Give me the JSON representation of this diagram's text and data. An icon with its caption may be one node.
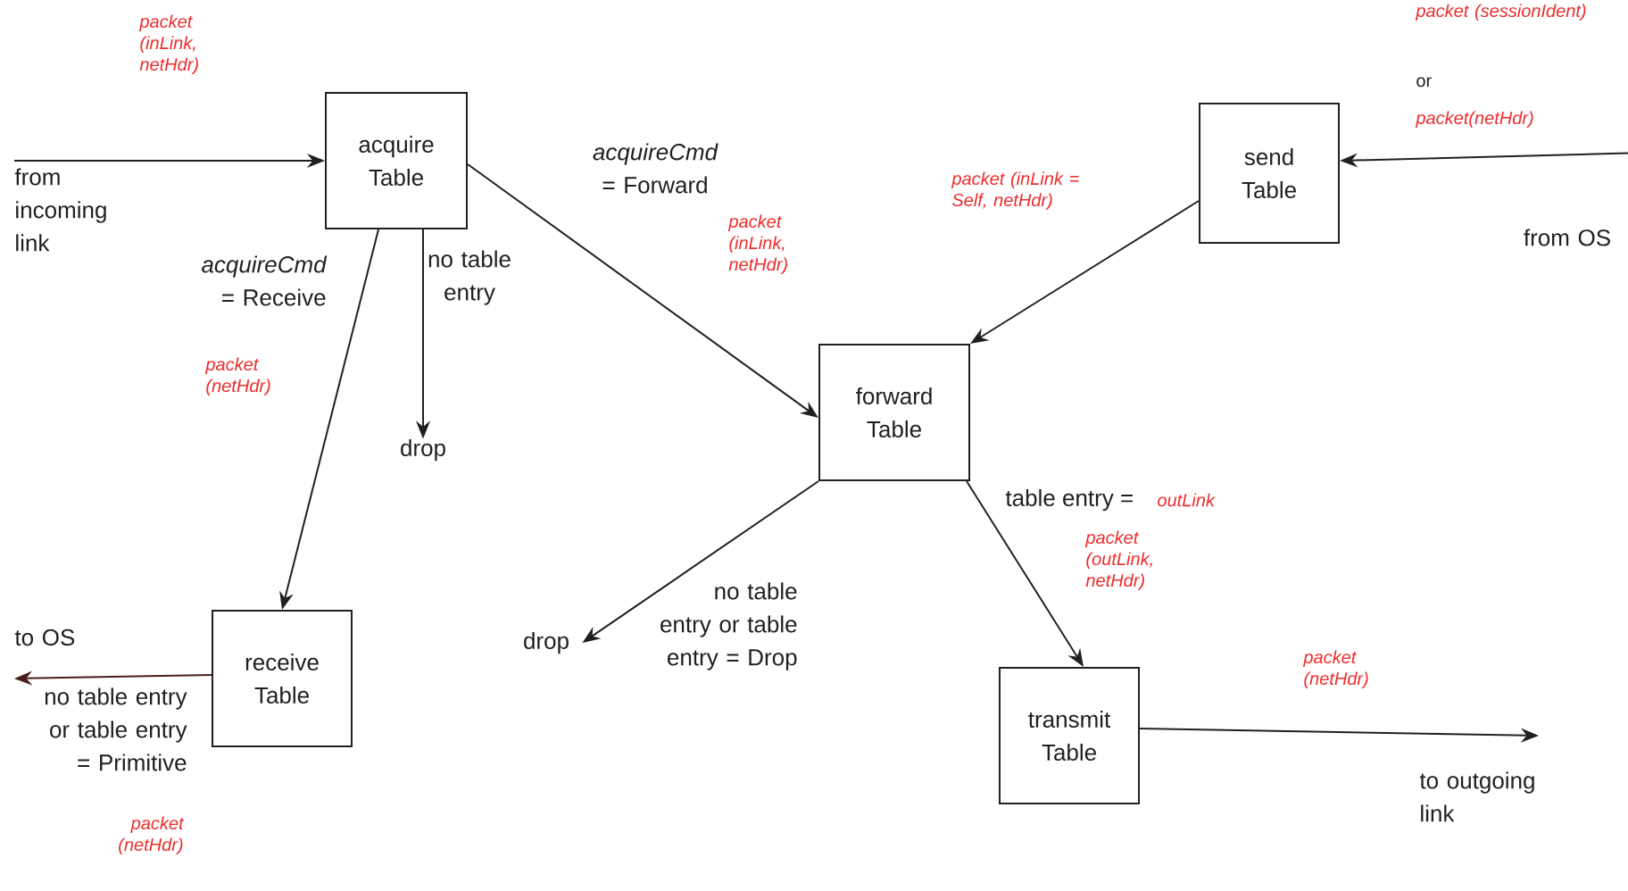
{
  "diagram": {
    "nodes": [
      {
        "text": [
          "acquire Table"
        ]
      },
      {
        "text": [
          "send Table"
        ]
      },
      {
        "text": [
          "forward Table"
        ]
      },
      {
        "text": [
          "receive Table"
        ]
      },
      {
        "text": [
          "transmit Table"
        ]
      },
      {
        "text": [
          "from incoming link"
        ]
      },
      {
        "text": [
          "from OS"
        ]
      },
      {
        "text": [
          "drop"
        ]
      },
      {
        "text": [
          "drop"
        ]
      },
      {
        "text": [
          "to OS"
        ]
      },
      {
        "text": [
          "to outgoing link"
        ]
      }
    ],
    "edges": [
      {
        "from": 5,
        "to": 0,
        "arrow": "to"
      },
      {
        "from": 6,
        "to": 1,
        "arrow": "to"
      },
      {
        "from": 0,
        "to": 2,
        "arrow": "to",
        "label": "*acquireCmd* = Forward"
      },
      {
        "from": 0,
        "to": 7,
        "arrow": "to",
        "label": "no table entry"
      },
      {
        "from": 0,
        "to": 3,
        "arrow": "to",
        "label": "*acquireCmd* = Receive"
      },
      {
        "from": 1,
        "to": 2,
        "arrow": "to"
      },
      {
        "from": 2,
        "to": 8,
        "arrow": "to",
        "label": "no table entry or table entry = Drop"
      },
      {
        "from": 2,
        "to": 4,
        "arrow": "to",
        "label": "table entry ="
      },
      {
        "from": 3,
        "to": 9,
        "arrow": "to",
        "label": "no table entry or table entry = Primitive",
        "color": "#4a1e1e"
      },
      {
        "from": 4,
        "to": 10,
        "arrow": "to"
      }
    ],
    "labels": [
      "packet (inLink, netHdr)",
      "packet (sessionIdent)",
      "or",
      "packet(netHdr)",
      "packet (inLink, netHdr)",
      "packet (inLink = Self, netHdr)",
      "packet (netHdr)",
      "outLink",
      "packet (outLink, netHdr)",
      "packet (netHdr)",
      "packet (netHdr)"
    ]
  }
}
